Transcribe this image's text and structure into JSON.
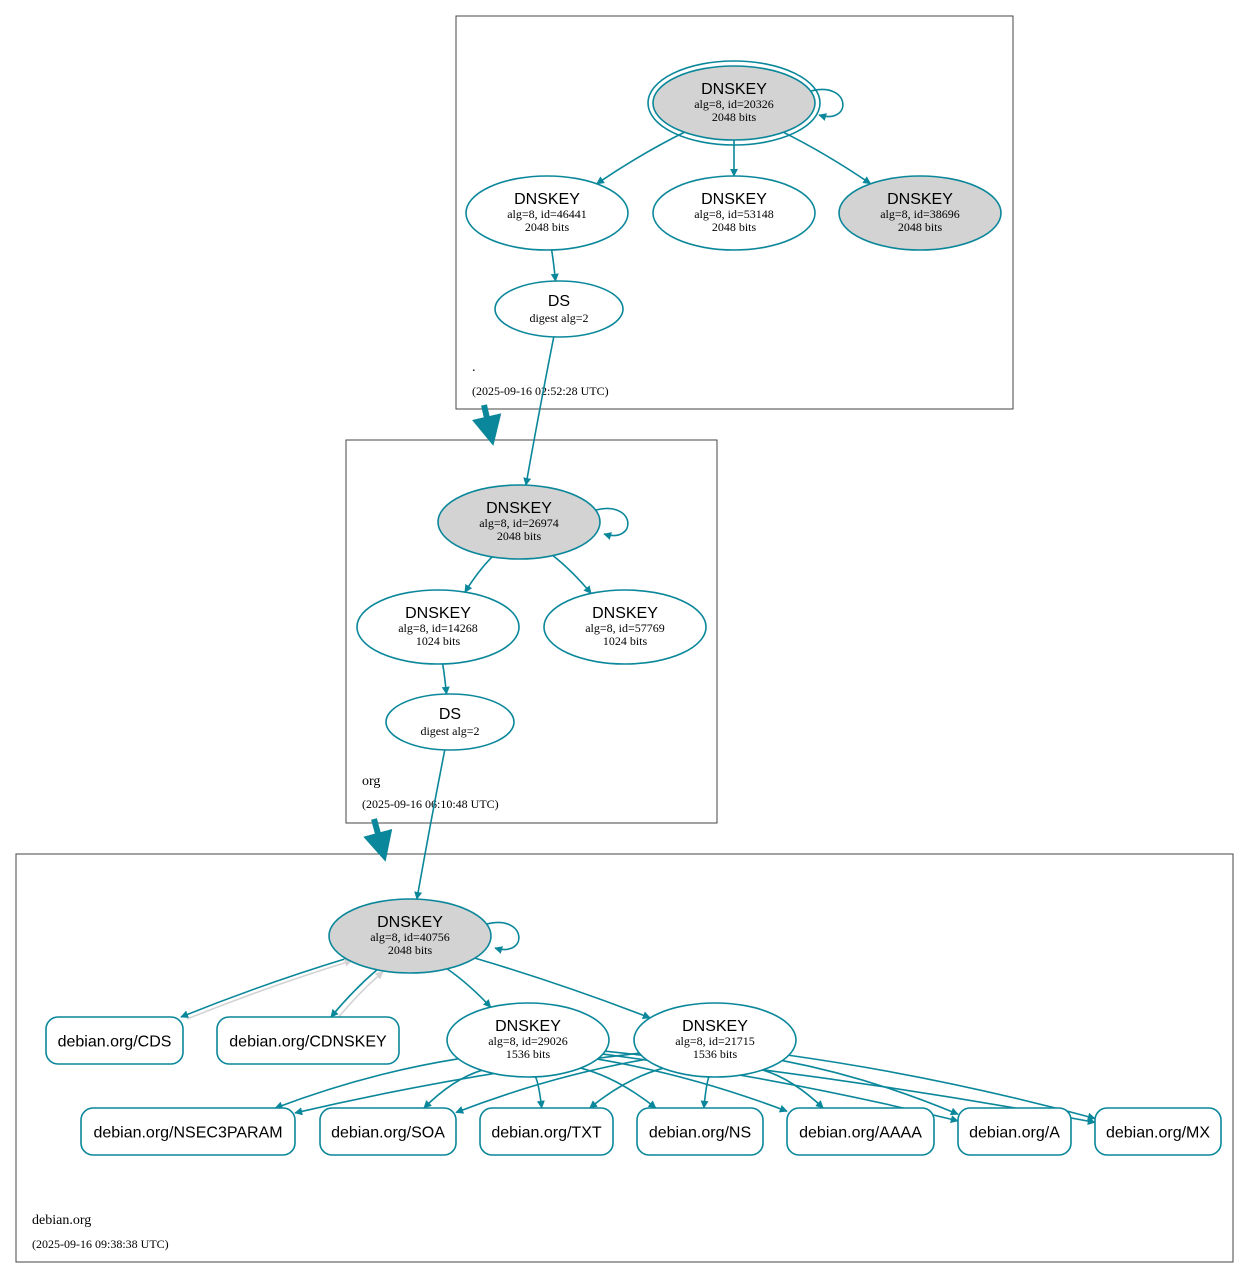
{
  "colors": {
    "edge": "#0a879a",
    "edge_light": "#d3d3d3",
    "fill_ksk": "#d3d3d3",
    "fill_plain": "#ffffff",
    "cluster_border": "#444444"
  },
  "zones": [
    {
      "id": "root",
      "label": ".",
      "timestamp": "(2025-09-16 02:52:28 UTC)"
    },
    {
      "id": "org",
      "label": "org",
      "timestamp": "(2025-09-16 06:10:48 UTC)"
    },
    {
      "id": "debian",
      "label": "debian.org",
      "timestamp": "(2025-09-16 09:38:38 UTC)"
    }
  ],
  "nodes": [
    {
      "id": "root_ksk",
      "kind": "dnskey",
      "title": "DNSKEY",
      "line1": "alg=8, id=20326",
      "line2": "2048 bits",
      "filled": true,
      "double": true
    },
    {
      "id": "root_zsk1",
      "kind": "dnskey",
      "title": "DNSKEY",
      "line1": "alg=8, id=46441",
      "line2": "2048 bits",
      "filled": false
    },
    {
      "id": "root_zsk2",
      "kind": "dnskey",
      "title": "DNSKEY",
      "line1": "alg=8, id=53148",
      "line2": "2048 bits",
      "filled": false
    },
    {
      "id": "root_zsk3",
      "kind": "dnskey",
      "title": "DNSKEY",
      "line1": "alg=8, id=38696",
      "line2": "2048 bits",
      "filled": true
    },
    {
      "id": "root_ds",
      "kind": "ds",
      "title": "DS",
      "line1": "digest alg=2",
      "filled": false
    },
    {
      "id": "org_ksk",
      "kind": "dnskey",
      "title": "DNSKEY",
      "line1": "alg=8, id=26974",
      "line2": "2048 bits",
      "filled": true
    },
    {
      "id": "org_zsk1",
      "kind": "dnskey",
      "title": "DNSKEY",
      "line1": "alg=8, id=14268",
      "line2": "1024 bits",
      "filled": false
    },
    {
      "id": "org_zsk2",
      "kind": "dnskey",
      "title": "DNSKEY",
      "line1": "alg=8, id=57769",
      "line2": "1024 bits",
      "filled": false
    },
    {
      "id": "org_ds",
      "kind": "ds",
      "title": "DS",
      "line1": "digest alg=2",
      "filled": false
    },
    {
      "id": "deb_ksk",
      "kind": "dnskey",
      "title": "DNSKEY",
      "line1": "alg=8, id=40756",
      "line2": "2048 bits",
      "filled": true
    },
    {
      "id": "deb_zsk1",
      "kind": "dnskey",
      "title": "DNSKEY",
      "line1": "alg=8, id=29026",
      "line2": "1536 bits",
      "filled": false
    },
    {
      "id": "deb_zsk2",
      "kind": "dnskey",
      "title": "DNSKEY",
      "line1": "alg=8, id=21715",
      "line2": "1536 bits",
      "filled": false
    },
    {
      "id": "rr_cds",
      "kind": "rrset",
      "title": "debian.org/CDS"
    },
    {
      "id": "rr_cdnskey",
      "kind": "rrset",
      "title": "debian.org/CDNSKEY"
    },
    {
      "id": "rr_nsec3param",
      "kind": "rrset",
      "title": "debian.org/NSEC3PARAM"
    },
    {
      "id": "rr_soa",
      "kind": "rrset",
      "title": "debian.org/SOA"
    },
    {
      "id": "rr_txt",
      "kind": "rrset",
      "title": "debian.org/TXT"
    },
    {
      "id": "rr_ns",
      "kind": "rrset",
      "title": "debian.org/NS"
    },
    {
      "id": "rr_aaaa",
      "kind": "rrset",
      "title": "debian.org/AAAA"
    },
    {
      "id": "rr_a",
      "kind": "rrset",
      "title": "debian.org/A"
    },
    {
      "id": "rr_mx",
      "kind": "rrset",
      "title": "debian.org/MX"
    }
  ],
  "edges": [
    {
      "from": "root_ksk",
      "to": "root_ksk",
      "style": "self"
    },
    {
      "from": "root_ksk",
      "to": "root_zsk1"
    },
    {
      "from": "root_ksk",
      "to": "root_zsk2"
    },
    {
      "from": "root_ksk",
      "to": "root_zsk3"
    },
    {
      "from": "root_zsk1",
      "to": "root_ds"
    },
    {
      "from": "root_ds",
      "to": "org_ksk"
    },
    {
      "from": "org_ksk",
      "to": "org_ksk",
      "style": "self"
    },
    {
      "from": "org_ksk",
      "to": "org_zsk1"
    },
    {
      "from": "org_ksk",
      "to": "org_zsk2"
    },
    {
      "from": "org_zsk1",
      "to": "org_ds"
    },
    {
      "from": "org_ds",
      "to": "deb_ksk"
    },
    {
      "from": "deb_ksk",
      "to": "deb_ksk",
      "style": "self"
    },
    {
      "from": "deb_ksk",
      "to": "rr_cds"
    },
    {
      "from": "deb_ksk",
      "to": "rr_cdnskey"
    },
    {
      "from": "rr_cds",
      "to": "deb_ksk",
      "style": "light"
    },
    {
      "from": "rr_cdnskey",
      "to": "deb_ksk",
      "style": "light"
    },
    {
      "from": "deb_ksk",
      "to": "deb_zsk1"
    },
    {
      "from": "deb_ksk",
      "to": "deb_zsk2"
    },
    {
      "from": "deb_zsk1",
      "to": "rr_nsec3param"
    },
    {
      "from": "deb_zsk1",
      "to": "rr_soa"
    },
    {
      "from": "deb_zsk1",
      "to": "rr_txt"
    },
    {
      "from": "deb_zsk1",
      "to": "rr_ns"
    },
    {
      "from": "deb_zsk1",
      "to": "rr_aaaa"
    },
    {
      "from": "deb_zsk1",
      "to": "rr_a"
    },
    {
      "from": "deb_zsk1",
      "to": "rr_mx"
    },
    {
      "from": "deb_zsk2",
      "to": "rr_nsec3param"
    },
    {
      "from": "deb_zsk2",
      "to": "rr_soa"
    },
    {
      "from": "deb_zsk2",
      "to": "rr_txt"
    },
    {
      "from": "deb_zsk2",
      "to": "rr_ns"
    },
    {
      "from": "deb_zsk2",
      "to": "rr_aaaa"
    },
    {
      "from": "deb_zsk2",
      "to": "rr_a"
    },
    {
      "from": "deb_zsk2",
      "to": "rr_mx"
    },
    {
      "from": "root",
      "to": "org",
      "style": "delegation"
    },
    {
      "from": "org",
      "to": "debian",
      "style": "delegation"
    }
  ]
}
